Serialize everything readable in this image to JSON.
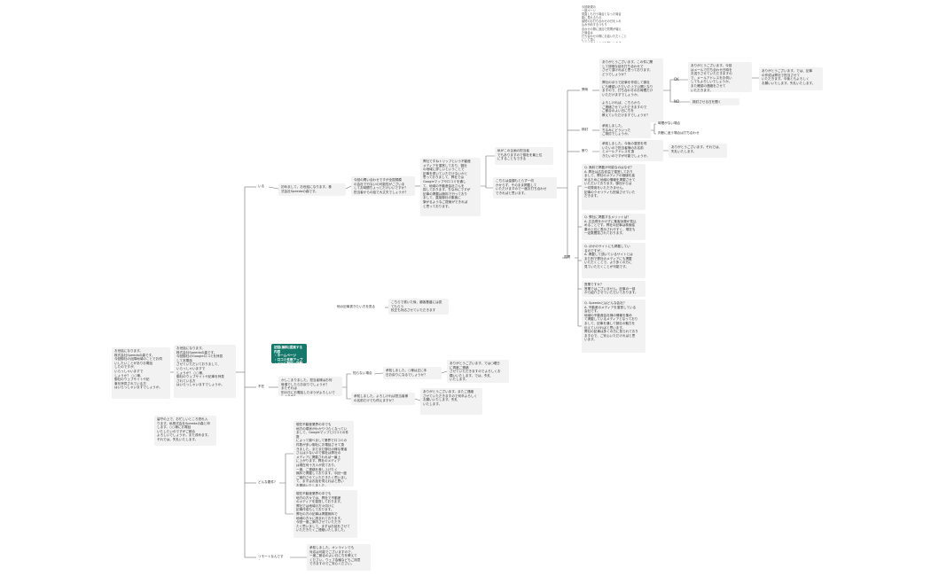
{
  "colors": {
    "line": "#6e6e6e",
    "node_bg": "#f2f2f2",
    "accent": "#16786a"
  },
  "nodes": [
    {
      "id": "root",
      "text": "お世話になります。\n株式会社Speedaの森です。\n今回御社の近隣地域のことでお伺\nいしたいことがありお電話\nしたのですが、\nいらっしゃいますで\nしょうか？ ○○様、\n御社のウェブサイトや記\n事を拝見されている方\nはいらっしゃいますでしょうか。"
    },
    {
      "id": "a1",
      "text": "お世話になります。\n株式会社Speedaの森です。\n今回御社のGoogle口コミを拝見\nして本電話\nさせていただいておりまして、\nいらっしゃいますで\nしょうか？ ○○様、\n御社のウェブサイトや記事を拝見\nされている方\nはいらっしゃいますでしょうか。"
    },
    {
      "id": "absent",
      "text": "留守の上で、お忙しいところ恐れ入\nります。私株式会社Speedaの森と申\nします。○○様にお電話\nいたしたいのですがご都合\nよろしいでしょうか。また改めます。\nそれでは。失礼いたします。"
    },
    {
      "id": "b_iru",
      "text": "いる"
    },
    {
      "id": "b_fuzai",
      "text": "不在"
    },
    {
      "id": "b_donna",
      "text": "どんな要件?"
    },
    {
      "id": "b_remote",
      "text": "リモートなんですよ。"
    },
    {
      "id": "iru_1",
      "text": "初めまして。お世話になります。株\n式会社Speedaの森です。"
    },
    {
      "id": "iru_2",
      "text": "今回の問い合わせですが全国規模\nの会社で行ないの可能性がございま\nしてお時間ちょっとだけいいですか？\n担当者からの話で大丈夫でしょうか？"
    },
    {
      "id": "iru_3",
      "text": "弊社ですねトリップという不動産\nメディアを運営しており、御社\nの地域に詳しいということで\n記事を書いていただけないかと\n思っておりまして、弊社では\nGoogleマップや口コミを通し\nて、地域の不動産会社さんを\n探しております。ちなみにですが\n記事の掲載は無料で行っており\nまして、直接御社の集客に\n繋がるようなご提案ができれば\nと思っております。"
    },
    {
      "id": "iru_4",
      "text": "私がこの企画の担当者\nでもありますので御社を最上位\nにすることもできる"
    },
    {
      "id": "iru_5",
      "text": "こちらは金額もとらず一切\nかからず、そのまま掲載して\nいただけますので一度お打ち合わせ\nできればと思います。"
    },
    {
      "id": "q_hoka",
      "text": "他の記事書きたい方を見る"
    },
    {
      "id": "q_hoka_ans",
      "text": "こちらで書いた後、顧客基盤には見\nてもらう\n校正も対応させていただきます"
    },
    {
      "id": "pill",
      "text": "初回(無料)提案する内容\n・ホームページ\n・口コミ件数アップ\n・メール配信一括配信\n・エリアランキング掲載",
      "accent": true
    },
    {
      "id": "fuzai_q",
      "text": "かしこまりました。担当者様はお何\n時頃でしたらお戻りでしょうか？　\nまたそれは\n別の日にお電話したほうがよろしいで\nしょうか？"
    },
    {
      "id": "b_shiranai",
      "text": "知らない場合"
    },
    {
      "id": "shiranai_1",
      "text": "承知しました。○様は正に本\n日お戻りになるでしょうか？"
    },
    {
      "id": "shiranai_2",
      "text": "ありがとうございます。では○曜日\nに再度ご連絡\nさせていただきますのでよろしくお\n願いいたします。では、失礼\nいたします。"
    },
    {
      "id": "fuzai_r",
      "text": "承知しました。よろしければ担当者様\nの名前だけでも伺えますか？"
    },
    {
      "id": "fuzai_r2",
      "text": "ありがとうございます。またご連絡\nさせていただきますので何卒よろしく\nお願いいたします。失礼\nいたします。"
    },
    {
      "id": "donna_1",
      "text": "現在不動産業界の中でも\n地方の現状がわかりづらくなってい\nまして、Googleマップと口コミの件数\nによって調べまして業界で口コミの\n件数が多い御社にお電話させて頂\nきました。まだまだ御社の様な業者\nさんは少ないので御社は弊社の\nメディアに掲載されれば一番上\nに上がります。弊社のメディア\nは現在何十万人が見ており、\n一度、ご連絡を差し上げたく\n無料で掲載しております。今回一度\nご案内させていただきたく思いまし\nて、まずはお話を伺えればと思い\nお電話いたしました。"
    },
    {
      "id": "donna_2",
      "text": "現在不動産業界の中でも\n地方の方々では、弊社で不動産\nのメディアを運営しております。\n弊社では地域の方々向けに\n記事作成もしております。\n弊社の方の記事は掲載無料で\n地域の方々に読まれております。\n今回一度ご案内させていただき\nたく思いまして、まずはお話をさせて\nいただきたくご連絡いたしました。"
    },
    {
      "id": "remote_1",
      "text": "承知しました。オンラインでも\n対応は可能でございますので、\n一度ご都合のよい日にちを教えて\nください。ウェブ会議などもご用意\nできますのでご安心ください。"
    },
    {
      "id": "r_kyomi",
      "text": "興味"
    },
    {
      "id": "r_kentou",
      "text": "検討"
    },
    {
      "id": "r_kotowari",
      "text": "断り"
    },
    {
      "id": "r_qa",
      "text": "質問"
    },
    {
      "id": "kyomi_1",
      "text": "ありがとうございます。この件に関\nして詳細な話を打ち合わせで\nさせて頂ければと思っております。\nどうでしょうか？\n\n弊社のほうで記事を作成して御社\nにも確認いただいた上で公開となり\nますので、打ち合わせのお時間だけ\nいただけますでしょうか。\n\nよろしければ、こちらから\nご連絡させていただきますので\nご都合のよい日にちを\n教えていただけますでしょうか？"
    },
    {
      "id": "lbl_ok",
      "text": "OK"
    },
    {
      "id": "lbl_no",
      "text": "NO"
    },
    {
      "id": "ok_1",
      "text": "ありがとうございます。今回\nはメールで打ち合わせ日時を\nお送りさせていただきますの\nで、メールアドレスをお伺い\nしてもよろしいでしょうか。\nまた確認の連絡をさせて\nいただきます。"
    },
    {
      "id": "ok_2",
      "text": "ありがとうございます。では、記事\nの作成は弊社で担当させて\nいただきます。今後ともよろしく\nお願いいたします。失礼いたします。"
    },
    {
      "id": "no_1",
      "text": "検討させる日を聞く"
    },
    {
      "id": "kentou_1",
      "text": "承知しました。\nちなみにどういった\nご検討でしょうか。"
    },
    {
      "id": "kentou_a",
      "text": "時間がない場合"
    },
    {
      "id": "kentou_b",
      "text": "判断に迷う場合は打ち合わせ"
    },
    {
      "id": "kotowari_1",
      "text": "承知しました。今後の運営を伺\nいたいので担当者様のお名前\nとメールアドレスを頂\nきたいのですが可能でしょうか。"
    },
    {
      "id": "kotowari_2",
      "text": "ありがとうございます。それでは、\n失礼いたします。"
    },
    {
      "id": "qa_1",
      "text": "Q. 無料で掲載が可能なのはなぜ？\nA. 弊社は広告収益で運営しており\nまして、弊社のメディアの価値を高\nめるために地域の情報を掲載させて\nいただいております。御社からは\n一切費用をいただきません。\n記事のクオリティも担保させていた\nだきます。"
    },
    {
      "id": "qa_2",
      "text": "Q. 弊社に掲載するメリットは？\nA. 広告費をかけずに集客効果が見込\nめることです。弊社の記事は検索結\n果の上位に表示されやすく、現在も\n一定数閲覧されております。"
    },
    {
      "id": "qa_3",
      "text": "Q. ほかのサイトにも掲載してい\nるのですが…\nA. 掲載して頂いているサイトとは\nまた別で弊社のメディアにも掲載\nいただくことで、より多くの方に\n見ていただくことが可能です。"
    },
    {
      "id": "qa_4",
      "text": "営業ですか？\n営業ではございません。記事の一部\nから紹介させていただいております。"
    },
    {
      "id": "qa_5",
      "text": "Q. Speedaとはどんな会社？\nA. 不動産のメディアを運営している\n会社です。\n地域の不動産会社様の情報を集め\nて掲載しているメディアとなっており\nまして、記事を通して御社の魅力を\n伝えていければと思います。\n弊社の記事は多くの方に見られており\nますので、ご安心いただければと思\nいます。"
    },
    {
      "id": "note_top",
      "text": "今回新規の\n一部ページ\n見直しも行う場合となった場合\n能に見れるもの\n最短のお打ち合わせの日を入れ\n込み予約するつもり\n合わせの際に追加で質問が増え\nた場合は\n打ち合わせの際にお話いただくこと\nにして頂く\nことにするようにお願いします"
    }
  ]
}
